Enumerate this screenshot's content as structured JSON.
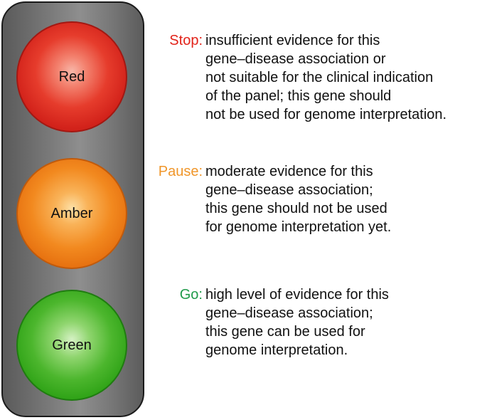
{
  "lights": [
    {
      "label": "Red",
      "key": "Stop:",
      "key_color": "#e2231a",
      "lines": [
        "insufficient evidence for this",
        "gene–disease association or",
        "not suitable for the clinical indication",
        "of the panel; this gene should",
        "not be used for genome interpretation."
      ]
    },
    {
      "label": "Amber",
      "key": "Pause:",
      "key_color": "#f0962a",
      "lines": [
        "moderate evidence for this",
        "gene–disease association;",
        "this gene should not be used",
        "for genome interpretation yet."
      ]
    },
    {
      "label": "Green",
      "key": "Go:",
      "key_color": "#1f9a4a",
      "lines": [
        "high level of evidence for this",
        "gene–disease association;",
        "this gene can be used for",
        "genome interpretation."
      ]
    }
  ]
}
